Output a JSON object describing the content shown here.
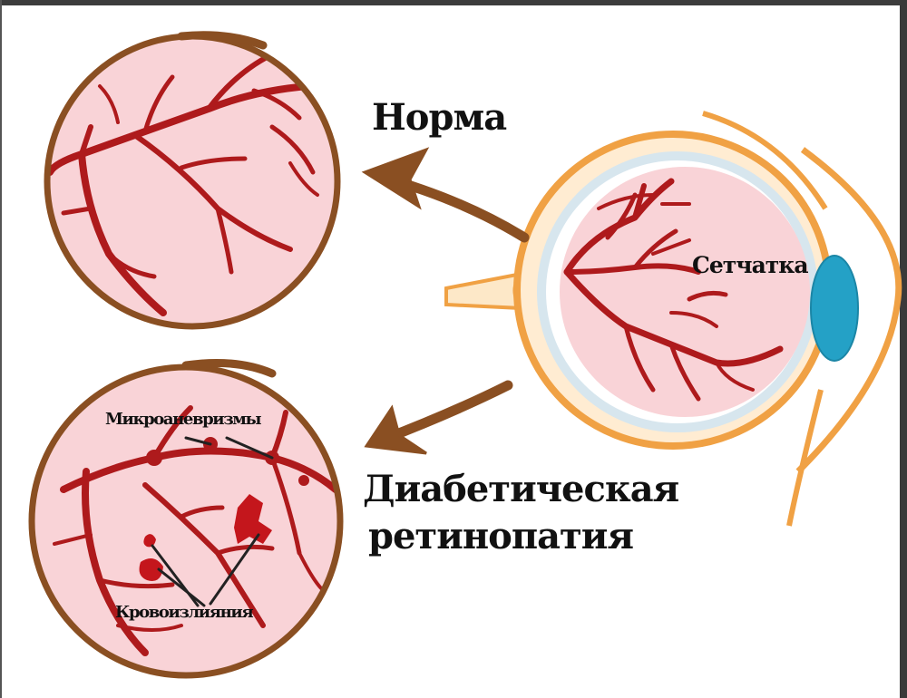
{
  "labels": {
    "normal": "Норма",
    "retina": "Сетчатка",
    "diabetic_line1": "Диабетическая",
    "diabetic_line2": "ретинопатия",
    "microaneurysms": "Микроаневризмы",
    "hemorrhages": "Кровоизлияния"
  },
  "colors": {
    "vessel": "#ae1a1c",
    "retina_fill": "#f9d3d7",
    "circle_outline": "#8a4f22",
    "eye_outline": "#f0a144",
    "iris": "#24a1c6",
    "arrow": "#8a4f22"
  }
}
